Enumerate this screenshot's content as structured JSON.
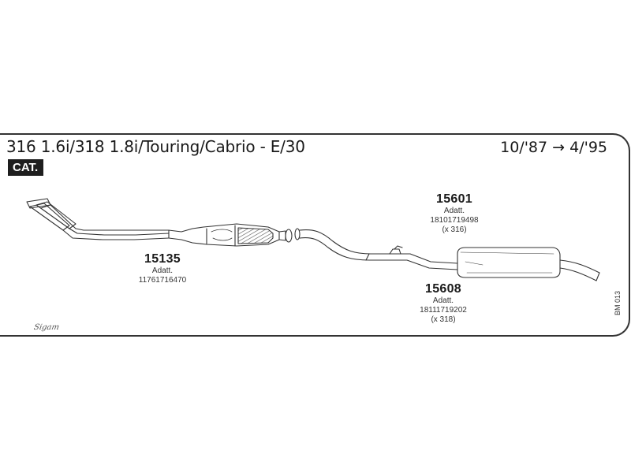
{
  "header": {
    "title": "316 1.6i/318 1.8i/Touring/Cabrio - E/30",
    "date_range": "10/'87 → 4/'95",
    "badge": "CAT."
  },
  "parts": [
    {
      "number": "15601",
      "adapter_label": "Adatt.",
      "oem": "18101719498",
      "note": "(x 316)"
    },
    {
      "number": "15135",
      "adapter_label": "Adatt.",
      "oem": "11761716470",
      "note": ""
    },
    {
      "number": "15608",
      "adapter_label": "Adatt.",
      "oem": "18111719202",
      "note": "(x 318)"
    }
  ],
  "footer": {
    "ref_code": "BM 013",
    "brand": "Sigam"
  },
  "colors": {
    "line": "#333333",
    "badge_bg": "#1e1e1e",
    "hatch": "#444444"
  }
}
